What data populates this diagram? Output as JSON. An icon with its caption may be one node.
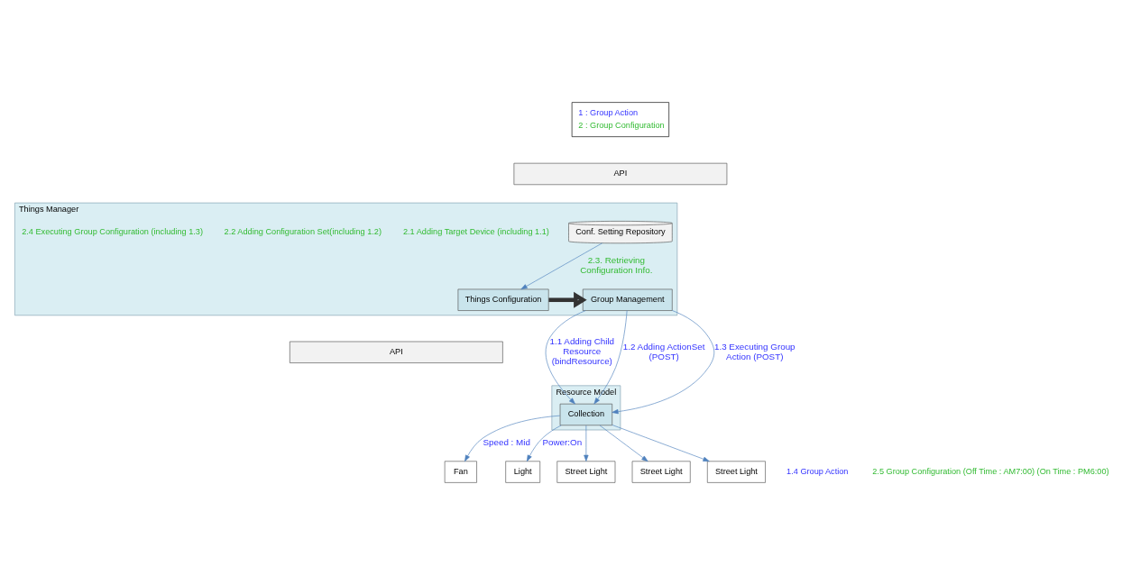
{
  "diagram": {
    "nodes": [
      {
        "text": [
          "API"
        ]
      },
      {
        "text": [
          "Things Manager"
        ]
      },
      {
        "text": [
          "Conf. Setting Repository"
        ],
        "in": 1
      },
      {
        "text": [
          "Things Configuration"
        ],
        "in": 1
      },
      {
        "text": [
          "Group Management"
        ],
        "in": 1
      },
      {
        "text": [
          "API"
        ]
      },
      {
        "text": [
          "Resource Model"
        ]
      },
      {
        "text": [
          "Collection"
        ],
        "in": 6
      },
      {
        "text": [
          "Fan"
        ]
      },
      {
        "text": [
          "Light"
        ]
      },
      {
        "text": [
          "Street Light"
        ]
      },
      {
        "text": [
          "Street Light"
        ]
      },
      {
        "text": [
          "Street Light"
        ]
      }
    ],
    "edges": [
      {
        "from": 2,
        "to": 3,
        "arrow": "to",
        "label": "2.3. Retrieving Configuration Info."
      },
      {
        "from": 3,
        "to": 4,
        "arrow": "to",
        "style": "thick",
        "color": "#333333"
      },
      {
        "from": 4,
        "to": 7,
        "arrow": "to",
        "label": "1.1 Adding Child Resource (bindResource)"
      },
      {
        "from": 4,
        "to": 7,
        "arrow": "to",
        "label": "1.2 Adding ActionSet (POST)"
      },
      {
        "from": 4,
        "to": 7,
        "arrow": "to",
        "label": "1.3 Executing Group Action (POST)"
      },
      {
        "from": 7,
        "to": 8,
        "arrow": "to",
        "label": "Speed : Mid"
      },
      {
        "from": 7,
        "to": 9,
        "arrow": "to",
        "label": "Power:On"
      },
      {
        "from": 7,
        "to": 10,
        "arrow": "to"
      },
      {
        "from": 7,
        "to": 11,
        "arrow": "to"
      },
      {
        "from": 7,
        "to": 12,
        "arrow": "to"
      }
    ],
    "labels": [
      "2.1 Adding Target Device (including 1.1)",
      "2.2 Adding Configuration Set(including 1.2)",
      "2.4 Executing Group Configuration (including 1.3)",
      "1.4 Group Action",
      "2.5 Group Configuration (Off Time : AM7:00) (On Time : PM6:00)"
    ],
    "legend": [
      {
        "text": "1 : Group Action"
      },
      {
        "text": "2 : Group Configuration"
      }
    ]
  }
}
